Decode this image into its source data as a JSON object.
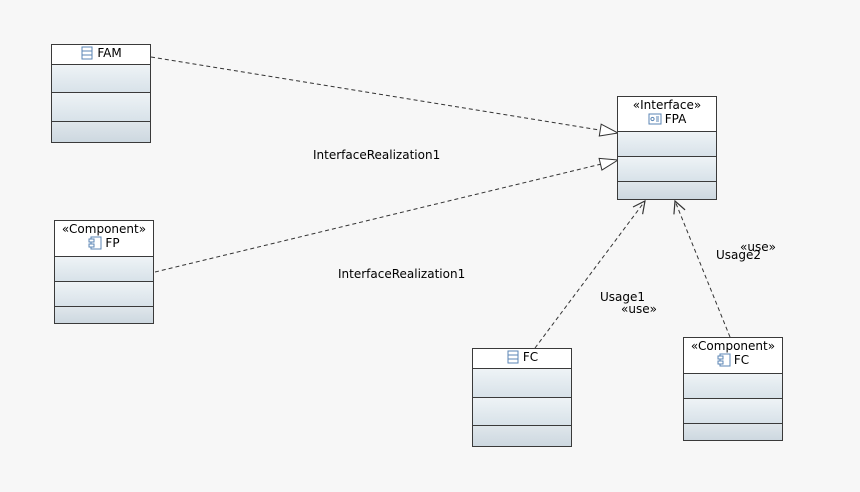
{
  "nodes": {
    "fam": {
      "name": "FAM"
    },
    "fpa": {
      "stereotype": "«Interface»",
      "name": "FPA"
    },
    "fp": {
      "stereotype": "«Component»",
      "name": "FP"
    },
    "fc_class": {
      "name": "FC"
    },
    "fc_component": {
      "stereotype": "«Component»",
      "name": "FC"
    }
  },
  "edges": {
    "realization_fam": {
      "label": "InterfaceRealization1"
    },
    "realization_fp": {
      "label": "InterfaceRealization1"
    },
    "usage1": {
      "label": "Usage1",
      "stereotype": "«use»"
    },
    "usage2": {
      "label": "Usage2",
      "stereotype": "«use»"
    }
  },
  "colors": {
    "background": "#f7f7f7",
    "border": "#3a3a3a",
    "compartment_fill": "#dfe6eb",
    "icon_blue": "#5b86b5"
  }
}
